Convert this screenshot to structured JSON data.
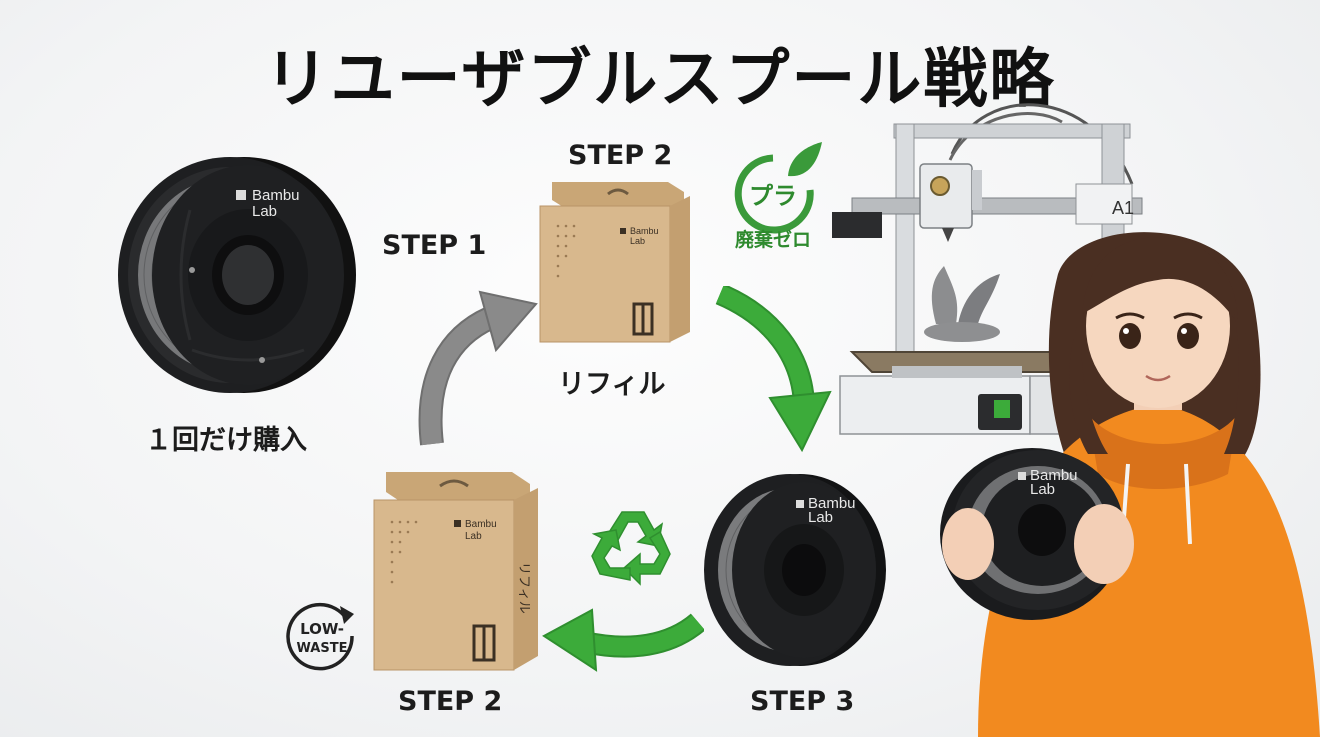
{
  "title": "リユーザブルスプール戦略",
  "steps": {
    "step1_label": "STEP 1",
    "step1_caption": "１回だけ購入",
    "step2_top_label": "STEP 2",
    "step2_top_caption": "リフィル",
    "step2_bottom_label": "STEP 2",
    "step3_label": "STEP 3"
  },
  "badges": {
    "zero_waste_top": "プラ",
    "zero_waste_bottom": "廃棄ゼロ",
    "low_waste_line1": "LOW-",
    "low_waste_line2": "WASTE"
  },
  "branding": {
    "spool_brand_line1": "Bambu",
    "spool_brand_line2": "Lab",
    "box_side_text": "リフィル",
    "printer_model": "A1"
  },
  "colors": {
    "arrow_gray": "#8a8a8a",
    "arrow_green": "#3cab3a",
    "cardboard": "#d5b48a",
    "spool_black": "#1e1f21",
    "filament_gray": "#7a7b7d",
    "hoodie_orange": "#f28a1f",
    "badge_green": "#3a9a3a"
  }
}
